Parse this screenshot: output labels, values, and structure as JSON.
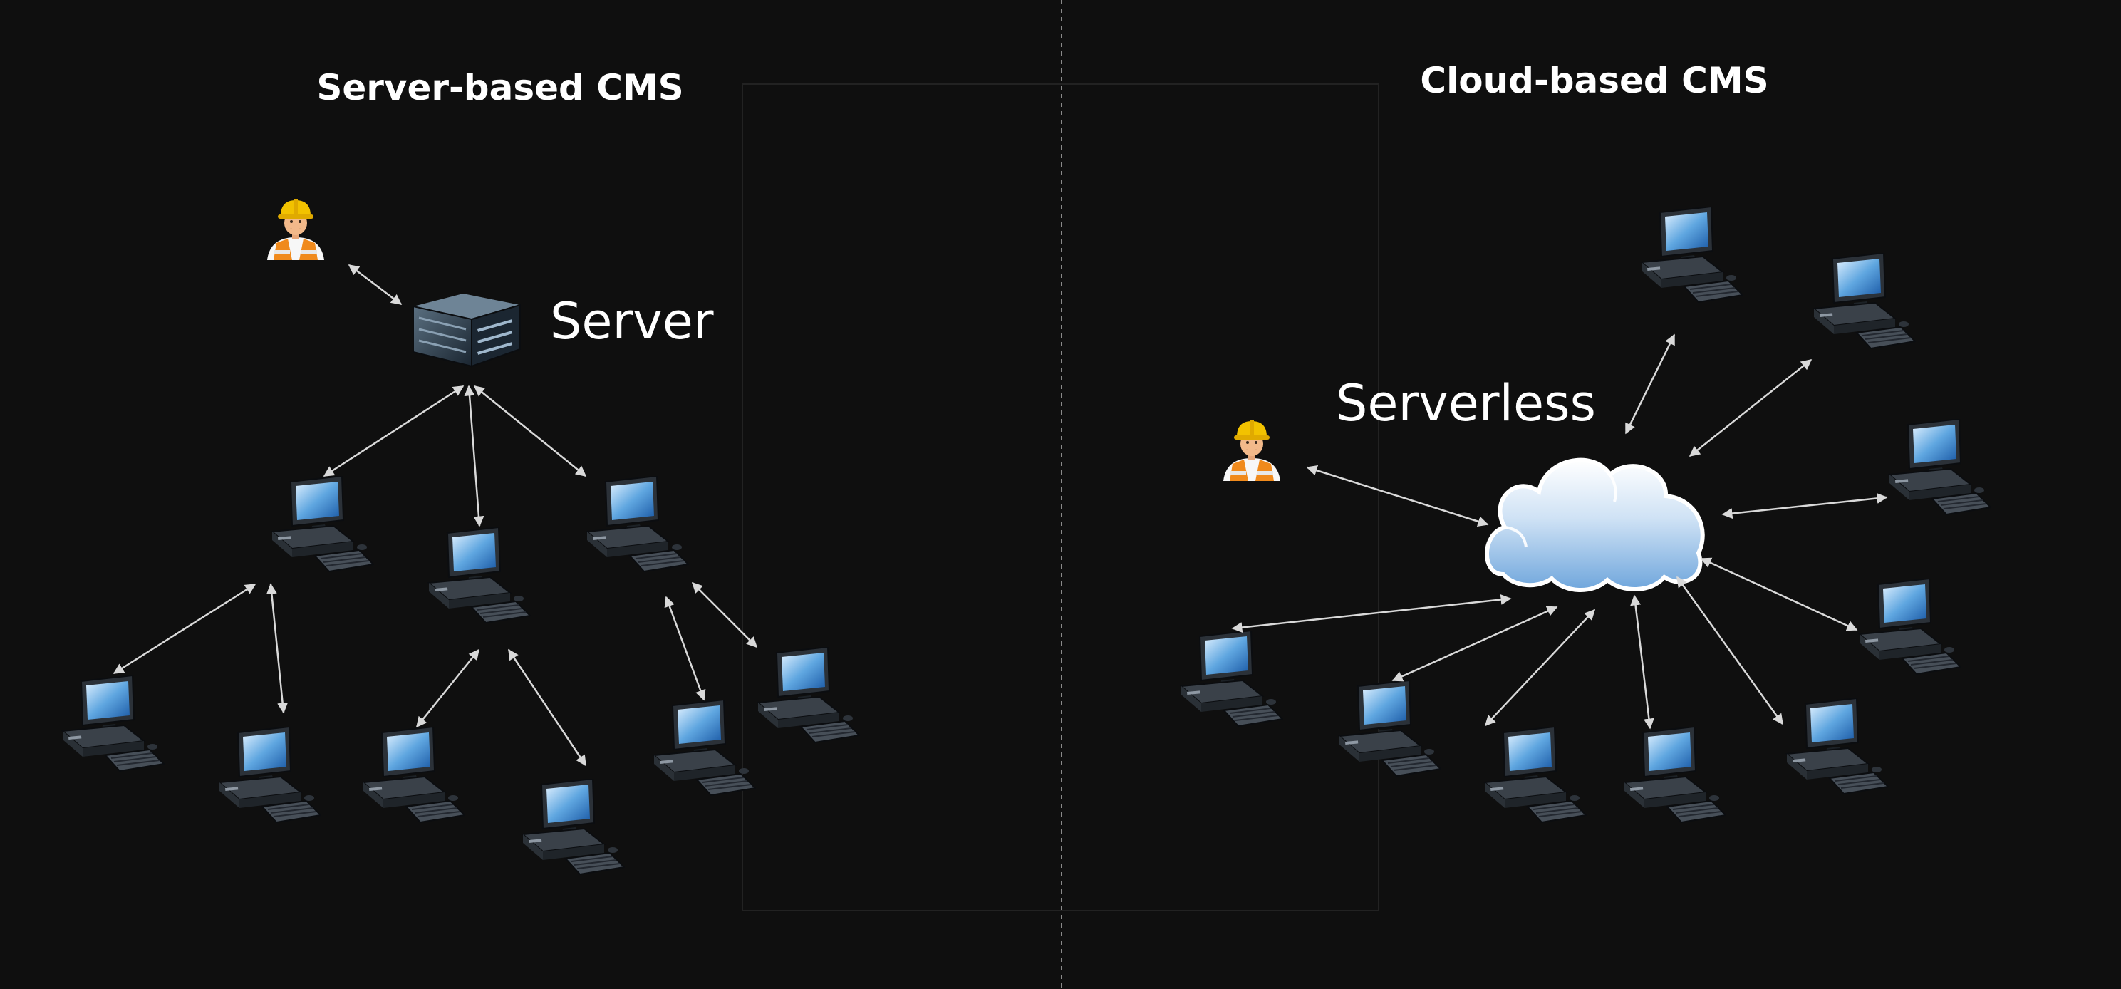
{
  "left_panel": {
    "title": "Server-based CMS",
    "server_label": "Server"
  },
  "right_panel": {
    "title": "Cloud-based CMS",
    "cloud_label": "Serverless"
  },
  "icons": {
    "admin": "construction-worker-icon",
    "server": "server-rack-icon",
    "computer": "desktop-computer-icon",
    "cloud": "cloud-icon"
  },
  "colors": {
    "background": "#0f0f0f",
    "text": "#ffffff",
    "arrow": "#d9d9d9",
    "cloud_top": "#ffffff",
    "cloud_bottom": "#6fa6dc",
    "helmet": "#f2c200",
    "vest": "#f08a1c"
  }
}
